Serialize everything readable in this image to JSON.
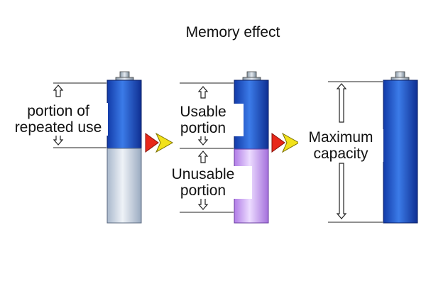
{
  "title": "Memory effect",
  "labels": {
    "repeated_line1": "portion of",
    "repeated_line2": "repeated use",
    "usable_line1": "Usable",
    "usable_line2": "portion",
    "unusable_line1": "Unusable",
    "unusable_line2": "portion",
    "maximum_line1": "Maximum",
    "maximum_line2": "capacity"
  },
  "colors": {
    "battery_blue": "#1d4fcf",
    "unusable_gray": "#b8c6d8",
    "unusable_purple": "#c79df0",
    "arrow_red": "#e8281a",
    "arrow_yellow": "#f2e21a"
  }
}
